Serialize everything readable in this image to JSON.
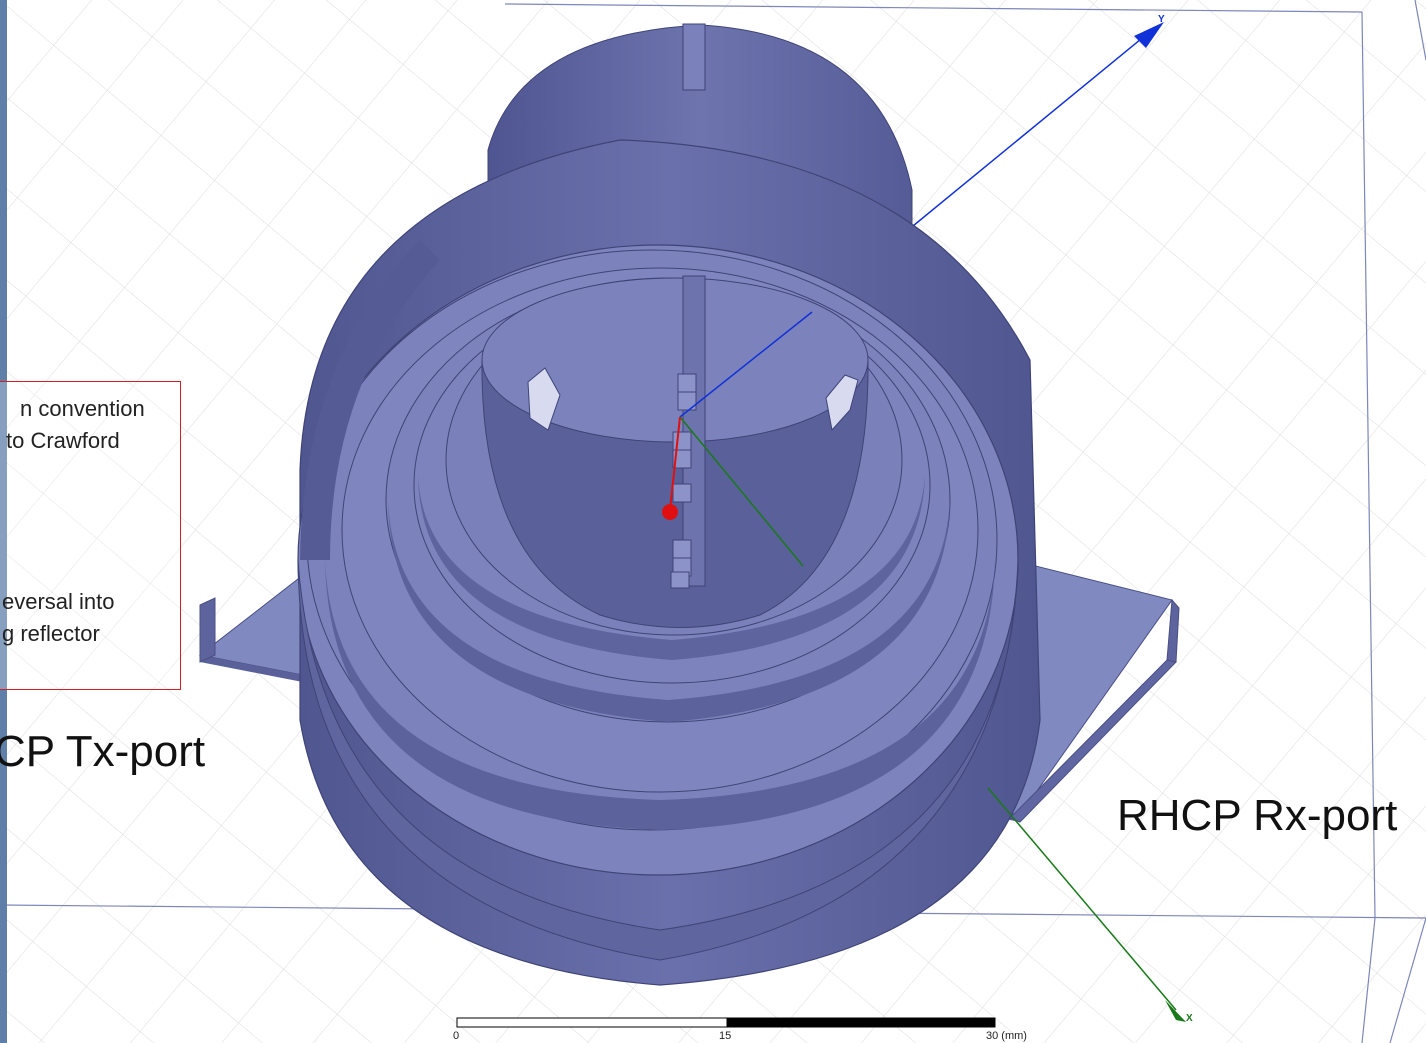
{
  "annotation": {
    "line1": "n convention",
    "line2": "to Crawford",
    "line3": "eversal into",
    "line4": "g reflector"
  },
  "labels": {
    "tx_port": "CP Tx-port",
    "rx_port": "RHCP Rx-port"
  },
  "axes": {
    "y": "Y",
    "x": "X"
  },
  "scale_bar": {
    "tick0": "0",
    "tick1": "15",
    "tick2": "30 (mm)"
  },
  "colors": {
    "model_light": "#8088c0",
    "model_mid": "#6c72ad",
    "model_dark": "#575d97",
    "axis_x": "#1a7a1a",
    "axis_y": "#1030d8",
    "axis_z": "#e01010",
    "annotation_border": "#d42020",
    "window_edge": "#5f7fa8"
  }
}
